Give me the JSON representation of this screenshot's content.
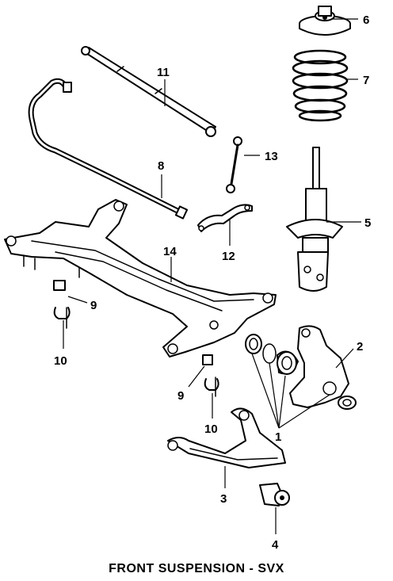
{
  "diagram": {
    "caption": "FRONT SUSPENSION - SVX",
    "callouts": [
      "1",
      "2",
      "3",
      "4",
      "5",
      "6",
      "7",
      "8",
      "9",
      "10",
      "11",
      "12",
      "13",
      "14",
      "9",
      "10"
    ]
  }
}
